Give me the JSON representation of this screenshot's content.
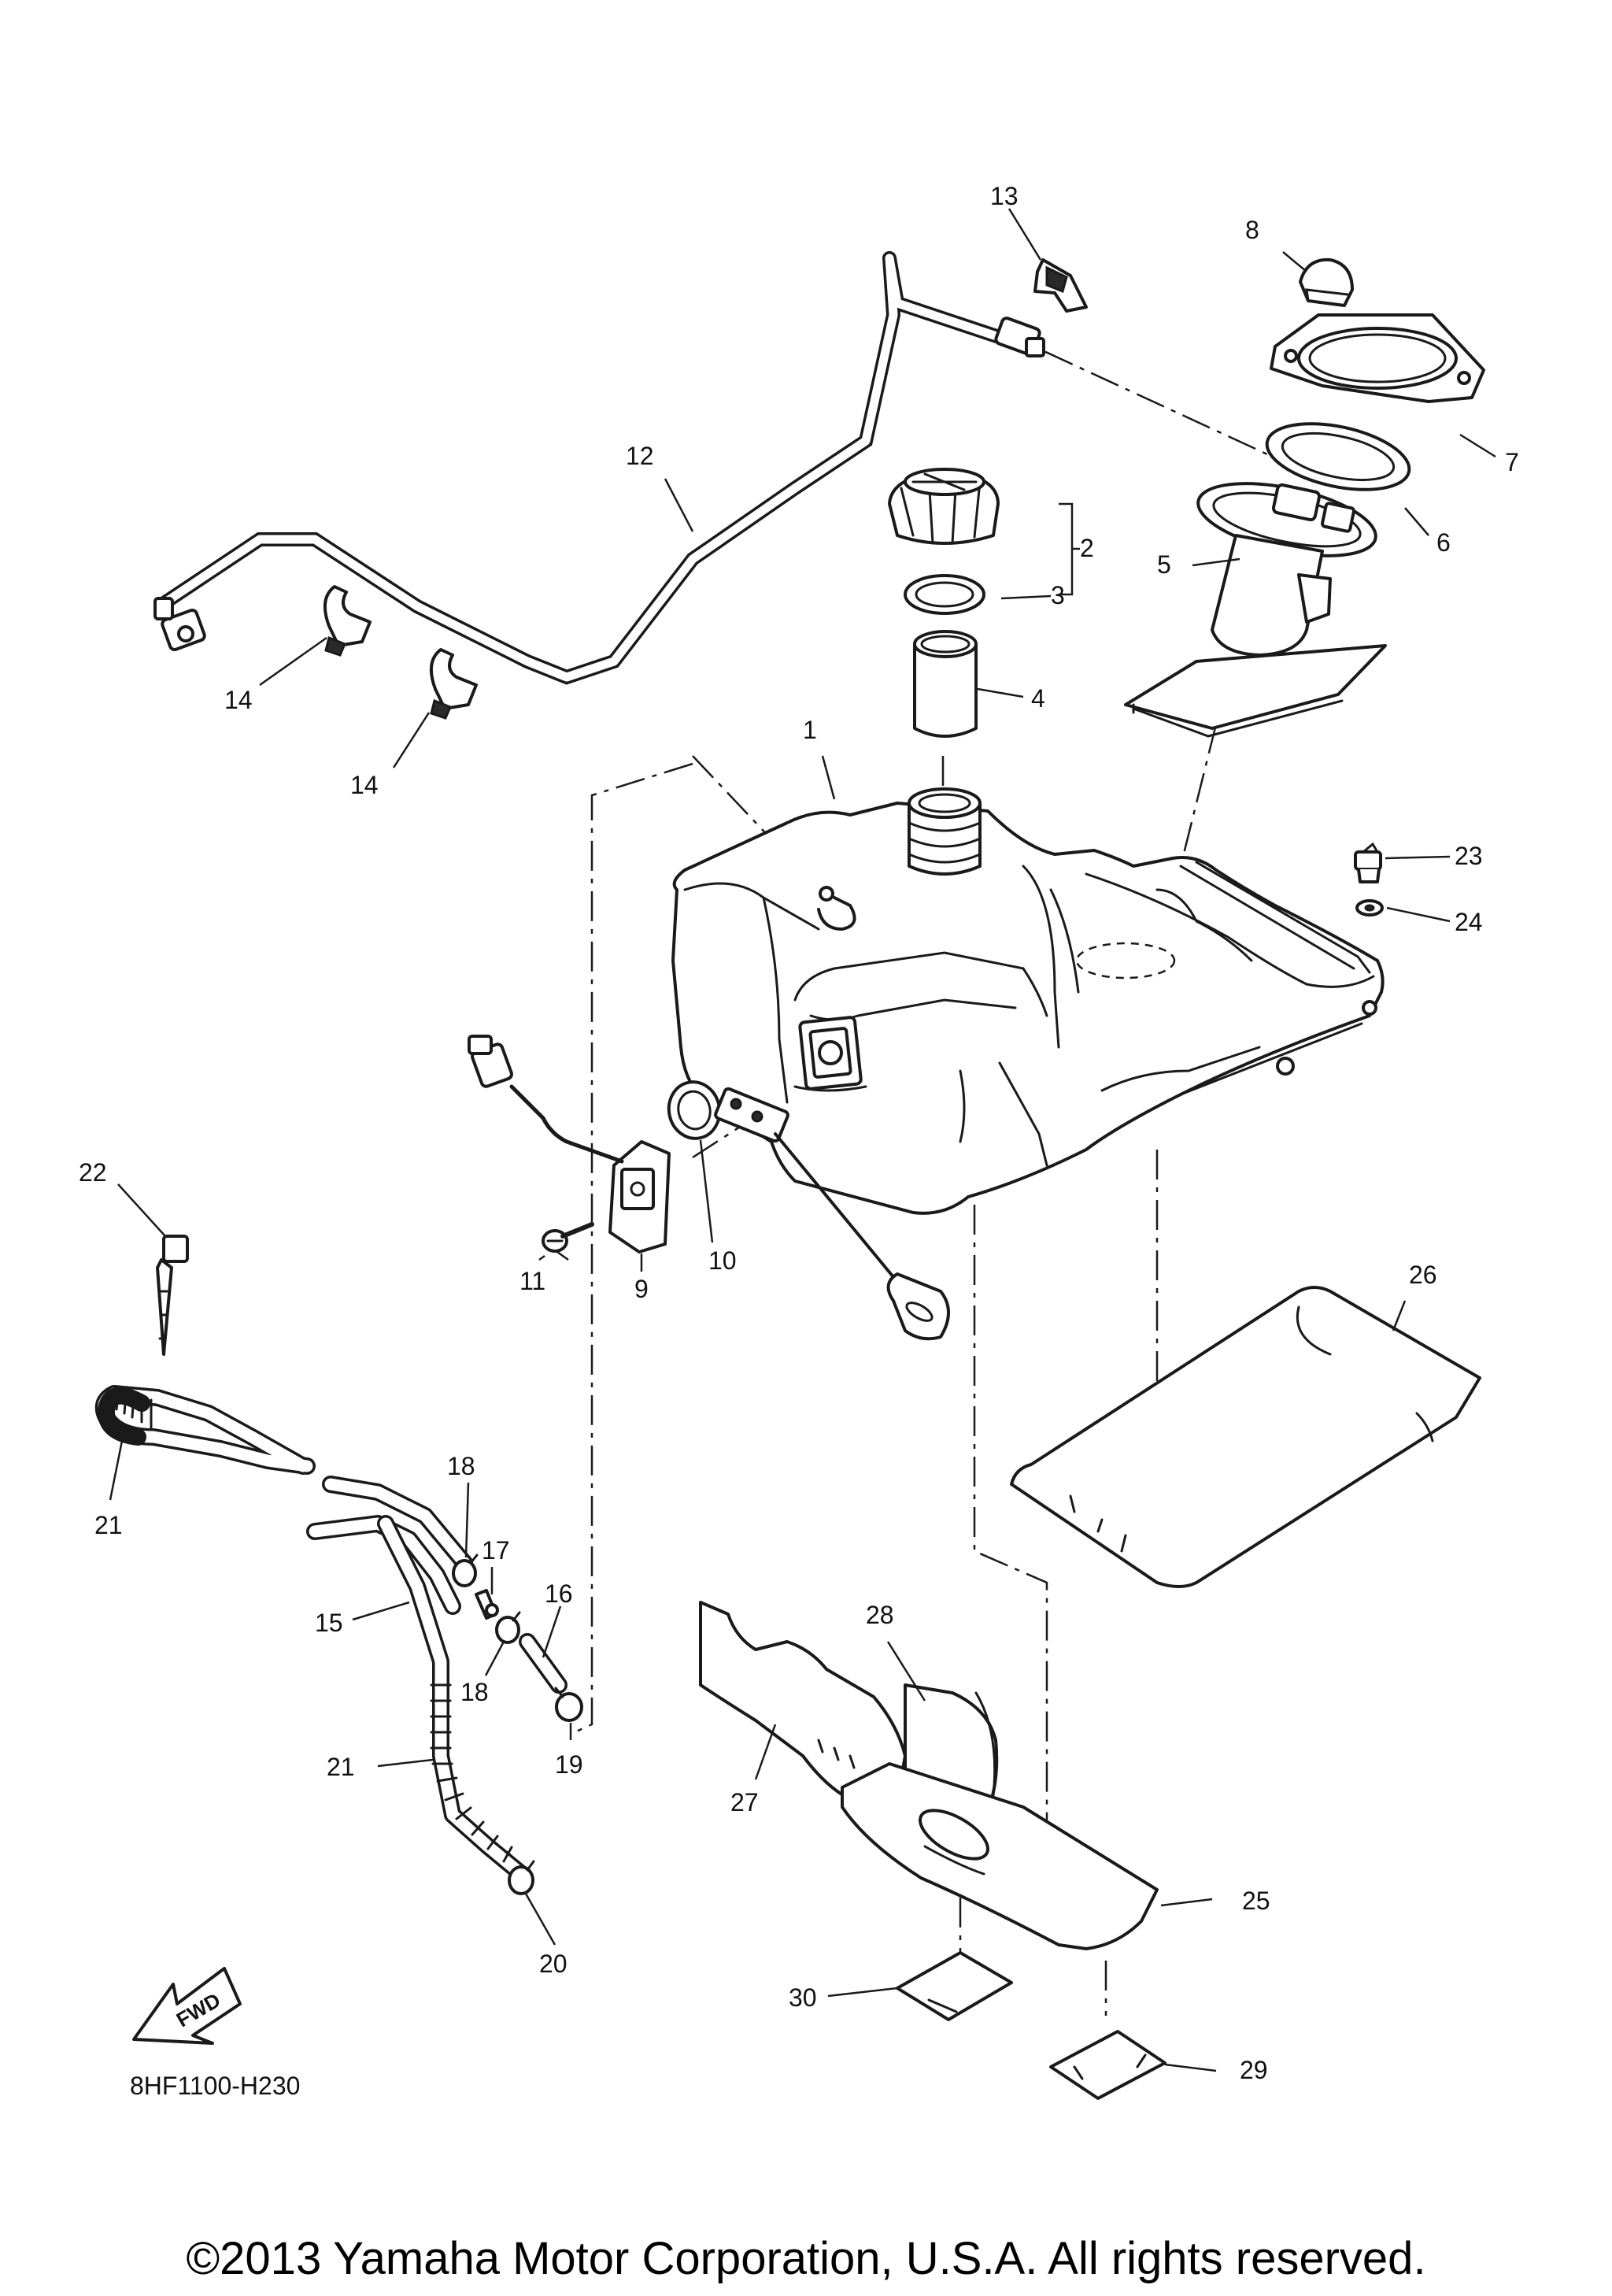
{
  "callouts": [
    "1",
    "2",
    "3",
    "4",
    "5",
    "6",
    "7",
    "8",
    "9",
    "10",
    "11",
    "12",
    "13",
    "14",
    "14",
    "15",
    "16",
    "17",
    "18",
    "18",
    "19",
    "20",
    "21",
    "21",
    "22",
    "23",
    "24",
    "25",
    "26",
    "27",
    "28",
    "29",
    "30"
  ],
  "fwd_label": "FWD",
  "diagram_code": "8HF1100-H230",
  "copyright": "©2013 Yamaha Motor Corporation, U.S.A. All rights reserved."
}
